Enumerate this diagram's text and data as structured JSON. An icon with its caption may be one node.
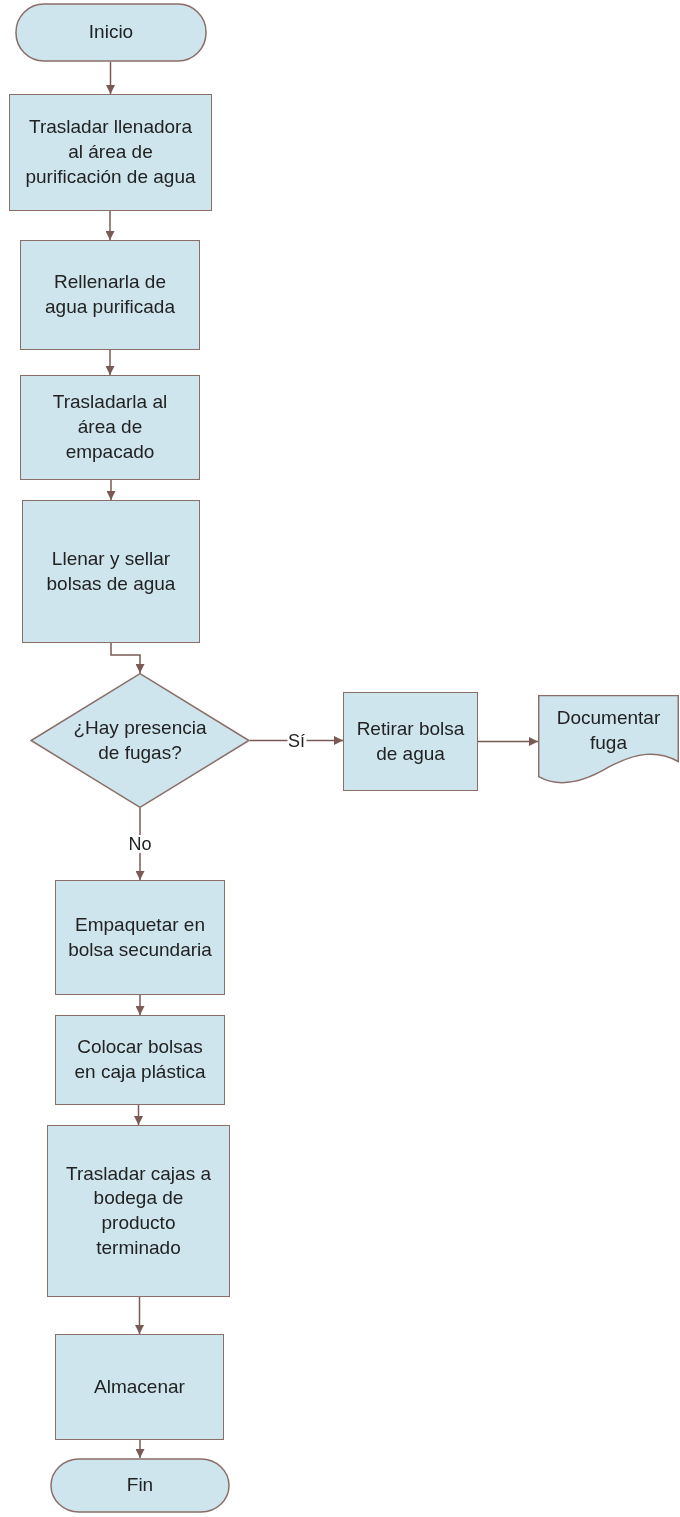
{
  "diagram": {
    "nodes": [
      {
        "text": [
          "Inicio"
        ]
      },
      {
        "text": [
          "Trasladar llenadora al área de purificación de agua"
        ]
      },
      {
        "text": [
          "Rellenarla de agua purificada"
        ]
      },
      {
        "text": [
          "Trasladarla al área de empacado"
        ]
      },
      {
        "text": [
          "Llenar y sellar bolsas de agua"
        ]
      },
      {
        "text": [
          "¿Hay presencia de fugas?"
        ]
      },
      {
        "text": [
          "Retirar bolsa de agua"
        ]
      },
      {
        "text": [
          "Documentar fuga"
        ]
      },
      {
        "text": [
          "Empaquetar en bolsa secundaria"
        ]
      },
      {
        "text": [
          "Colocar bolsas en caja plástica"
        ]
      },
      {
        "text": [
          "Trasladar cajas a bodega de producto terminado"
        ]
      },
      {
        "text": [
          "Almacenar"
        ]
      },
      {
        "text": [
          "Fin"
        ]
      }
    ],
    "edges": [
      {
        "from": 0,
        "to": 1,
        "arrow": "to"
      },
      {
        "from": 1,
        "to": 2,
        "arrow": "to"
      },
      {
        "from": 2,
        "to": 3,
        "arrow": "to"
      },
      {
        "from": 3,
        "to": 4,
        "arrow": "to"
      },
      {
        "from": 4,
        "to": 5,
        "arrow": "to"
      },
      {
        "from": 5,
        "to": 6,
        "arrow": "to",
        "label": "Sí"
      },
      {
        "from": 6,
        "to": 7,
        "arrow": "to"
      },
      {
        "from": 5,
        "to": 8,
        "arrow": "to",
        "label": "No"
      },
      {
        "from": 8,
        "to": 9,
        "arrow": "to"
      },
      {
        "from": 9,
        "to": 10,
        "arrow": "to"
      },
      {
        "from": 10,
        "to": 11,
        "arrow": "to"
      },
      {
        "from": 11,
        "to": 12,
        "arrow": "to"
      }
    ]
  }
}
